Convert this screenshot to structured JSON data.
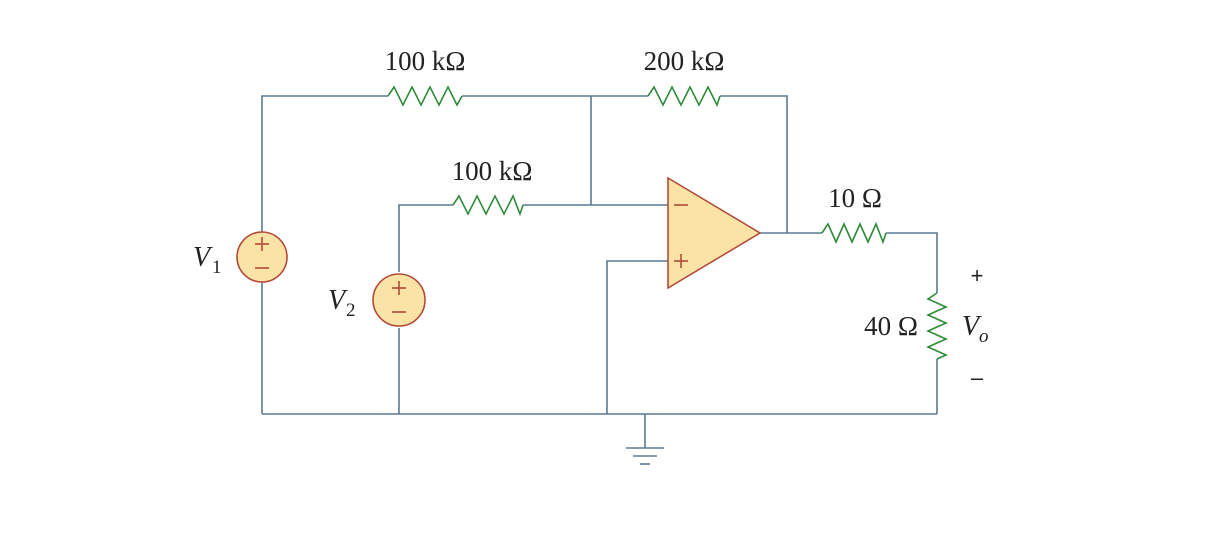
{
  "resistors": {
    "r_top_left": "100 kΩ",
    "r_top_right": "200 kΩ",
    "r_mid": "100 kΩ",
    "r_out": "10 Ω",
    "r_load": "40 Ω"
  },
  "sources": {
    "v1_main": "V",
    "v1_sub": "1",
    "v2_main": "V",
    "v2_sub": "2"
  },
  "output": {
    "main": "V",
    "sub": "o",
    "plus": "+",
    "minus": "–"
  }
}
